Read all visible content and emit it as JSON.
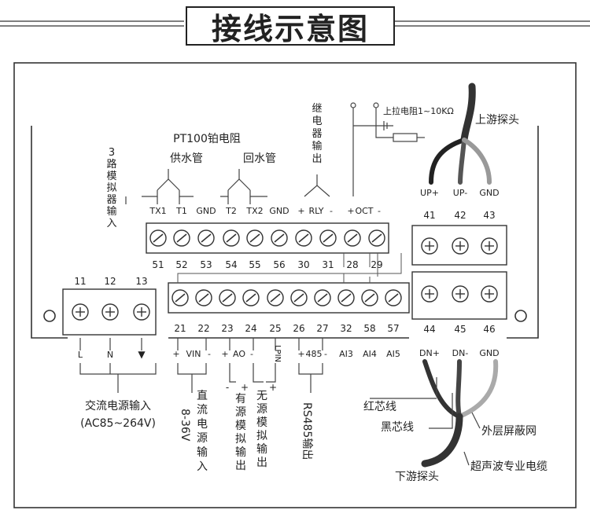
{
  "title": "接线示意图",
  "pt100_label": "PT100铂电阻",
  "supply_pipe": "供水管",
  "return_pipe": "回水管",
  "analog_in_3": "3路模拟器输入",
  "relay_output": "继电器输出",
  "pullup_label": "上拉电阻1~10KΩ",
  "upstream_probe": "上游探头",
  "downstream_probe": "下游探头",
  "red_core": "红芯线",
  "black_core": "黑芯线",
  "outer_shield": "外层屏蔽网",
  "ultrasonic_cable": "超声波专业电缆",
  "ac_power": "交流电源输入",
  "ac_range": "(AC85~264V)",
  "dc_voltage": "8-36V",
  "dc_power": "直流电源输入",
  "active_analog_out": "有源模拟输出",
  "passive_analog_out": "无源模拟输出",
  "rs485_out": "RS485输出",
  "top_row": {
    "signals": [
      "TX1",
      "T1",
      "GND",
      "T2",
      "TX2",
      "GND",
      "+",
      "RLY",
      "-",
      "+",
      "OCT",
      "-"
    ],
    "numbers": [
      "51",
      "52",
      "53",
      "54",
      "55",
      "56",
      "30",
      "31",
      "28",
      "29"
    ]
  },
  "right_block": {
    "signals": [
      "UP+",
      "UP-",
      "GND",
      "DN+",
      "DN-",
      "GND"
    ],
    "numbers_top": [
      "41",
      "42",
      "43"
    ],
    "numbers_bottom": [
      "44",
      "45",
      "46"
    ]
  },
  "power_block": {
    "numbers": [
      "11",
      "12",
      "13"
    ],
    "signals": [
      "L",
      "N",
      "▼"
    ]
  },
  "bottom_row": {
    "numbers": [
      "21",
      "22",
      "23",
      "24",
      "25",
      "26",
      "27",
      "32",
      "58",
      "57"
    ],
    "signals": [
      "+",
      "VIN",
      "-",
      "+",
      "AO",
      "-",
      "LPIN",
      "+",
      "485",
      "-",
      "AI3",
      "AI4",
      "AI5"
    ],
    "pm": [
      "-",
      "+",
      "+"
    ]
  }
}
